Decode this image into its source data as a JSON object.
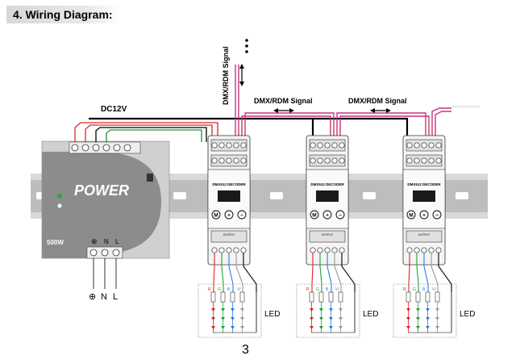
{
  "heading": {
    "number": "4.",
    "title": "Wiring Diagram:"
  },
  "labels": {
    "dc12v": "DC12V",
    "dmx_vertical": "DMX/RDM Signal",
    "dmx_horizontal_1": "DMX/RDM Signal",
    "dmx_horizontal_2": "DMX/RDM Signal"
  },
  "power_supply": {
    "brand_text": "POWER",
    "wattage": "500W",
    "input_terminals": [
      "⊕",
      "N",
      "L"
    ],
    "bottom_labels": [
      "⊕",
      "N",
      "L"
    ]
  },
  "decoders": [
    {
      "title": "DMX512 DECODER",
      "buttons": [
        "M",
        "+",
        "−"
      ],
      "output_label": "OUTPUT",
      "led_label": "LED"
    },
    {
      "title": "DMX512 DECODER",
      "buttons": [
        "M",
        "+",
        "−"
      ],
      "output_label": "OUTPUT",
      "led_label": "LED"
    },
    {
      "title": "DMX512 DECODER",
      "buttons": [
        "M",
        "+",
        "−"
      ],
      "output_label": "OUTPUT",
      "led_label": "LED"
    }
  ],
  "led_channels": [
    "R",
    "G",
    "B",
    "W"
  ],
  "colors": {
    "signal": "#c6357e",
    "power_pos": "#d62b2b",
    "power_neg": "#1e8f3e",
    "ch_red": "#e02020",
    "ch_green": "#1fa03a",
    "ch_blue": "#2b7de0",
    "ch_white": "#999999"
  },
  "page_number": "3"
}
